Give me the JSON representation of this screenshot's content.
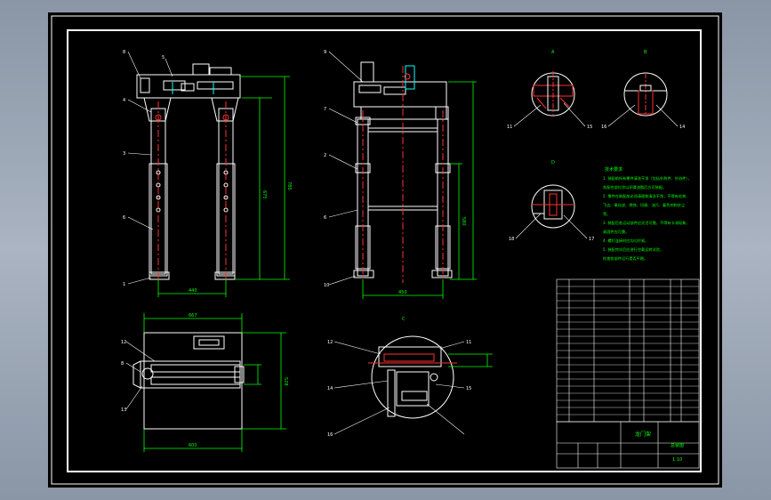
{
  "balloons": {
    "front": [
      "8",
      "5",
      "4",
      "3",
      "6",
      "1"
    ],
    "side": [
      "9",
      "7",
      "2",
      "6",
      "10"
    ],
    "top": [
      "12",
      "8",
      "13"
    ],
    "detail_c": [
      "12",
      "11",
      "14",
      "15",
      "16"
    ],
    "detail_a": [
      "11",
      "15"
    ],
    "detail_b": [
      "16",
      "14"
    ],
    "detail_d": [
      "18",
      "17"
    ]
  },
  "view_labels": {
    "a": "A",
    "b": "B",
    "c": "C",
    "d": "D"
  },
  "dims": {
    "front_height": "780",
    "front_inner": "675",
    "front_width": "440",
    "side_height": "580",
    "side_width": "450",
    "top_width": "667",
    "top_depth": "528",
    "top_bottom": "600"
  },
  "notes": {
    "title": "技术要求",
    "lines": [
      "1. 装配前所有零件清洗干净（包括外购件、外协件），",
      "   各配合部位涂以润滑油脂后方可装配。",
      "2. 零件在装配前必须清理和清洗干净，不得有毛刺、",
      "   飞边、氧化皮、锈蚀、切屑、油污、着色剂和灰尘",
      "   等。",
      "3. 装配后各运动部件应灵活可靠，不得有卡滞现象，",
      "   紧固件应可靠。",
      "4. 螺钉连接时应均匀拧紧。",
      "5. 装配完毕后应进行空载运转试验，",
      "   检查各部件运行是否平稳。"
    ]
  },
  "title_block": {
    "name": "龙门架",
    "code": "总装图",
    "scale": "1:10"
  },
  "colors": {
    "bg": "#000000",
    "frame": "#ffffff",
    "dim": "#00ff00",
    "leader": "#ffffff",
    "center": "#ff3030",
    "accent": "#00ffff",
    "part": "#ffff00"
  }
}
